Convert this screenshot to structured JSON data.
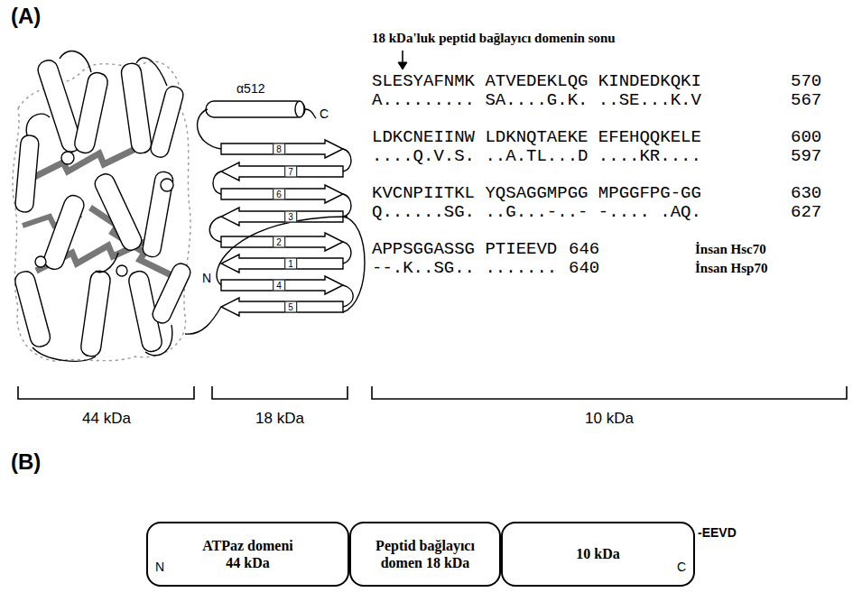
{
  "diagram": {
    "nodes": [
      {
        "text": [
          "ATPaz domeni 44 kDa",
          "N"
        ]
      },
      {
        "text": [
          "Peptid bağlayıcı domen 18 kDa"
        ]
      },
      {
        "text": [
          "10 kDa",
          "C"
        ]
      }
    ],
    "labels": [
      "(A)",
      "α512",
      "C",
      "N",
      "8",
      "7",
      "6",
      "3",
      "2",
      "1",
      "4",
      "5",
      "18 kDa'luk peptid bağlayıcı domenin sonu",
      "SLESYAFNMK ATVEDEKLQG KINDEDKQKI",
      "570",
      "A......... SA....G.K. ..SE...K.V",
      "567",
      "LDKCNEIINW LDKNQTAEKE EFEHQQKELE",
      "600",
      "....Q.V.S. ..A.TL...D ....KR....",
      "597",
      "KVCNPIITKL YQSAGGMPGG MPGGFPG-GG",
      "630",
      "Q......SG. ..G...-..- -.... .AQ.",
      "627",
      "APPSGGASSG PTIEEVD",
      "646",
      "İnsan Hsc70",
      "--.K..SG.. .......",
      "640",
      "İnsan Hsp70",
      "44 kDa",
      "18 kDa",
      "10 kDa",
      "(B)",
      "-EEVD"
    ]
  }
}
